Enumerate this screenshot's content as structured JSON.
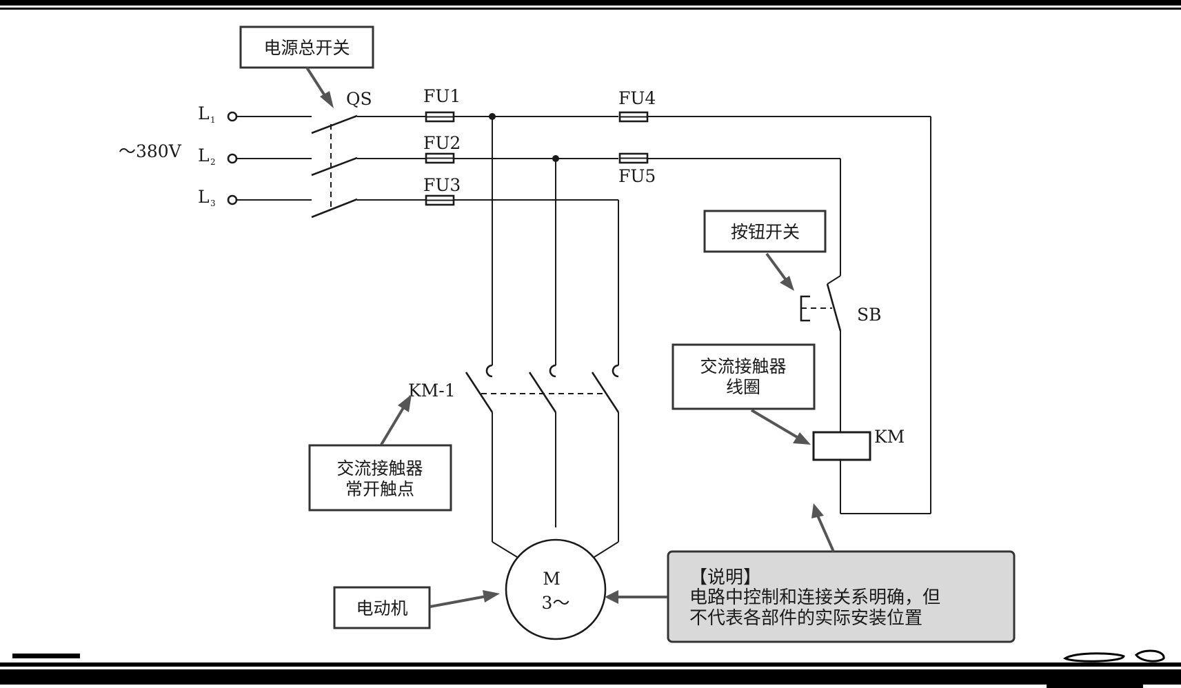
{
  "labels": {
    "voltage": "～380V",
    "line1": "L",
    "line1_sub": "1",
    "line2": "L",
    "line2_sub": "2",
    "line3": "L",
    "line3_sub": "3",
    "qs": "QS",
    "fu1": "FU1",
    "fu2": "FU2",
    "fu3": "FU3",
    "fu4": "FU4",
    "fu5": "FU5",
    "sb": "SB",
    "km": "KM",
    "km1": "KM-1",
    "motor_m": "M",
    "motor_phase": "3～"
  },
  "callouts": {
    "main_switch": "电源总开关",
    "push_button": [
      "按钮开关"
    ],
    "coil": [
      "交流接触器",
      "线圈"
    ],
    "contacts": [
      "交流接触器",
      "常开触点"
    ],
    "motor": "电动机"
  },
  "note": {
    "title": "【说明】",
    "lines": [
      "电路中控制和连接关系明确，但",
      "不代表各部件的实际安装位置"
    ]
  },
  "colors": {
    "wire": "#1a1a1a",
    "callout_border": "#333333",
    "arrow": "#555555",
    "note_fill": "#d9d9d9",
    "frame": "#000000"
  }
}
